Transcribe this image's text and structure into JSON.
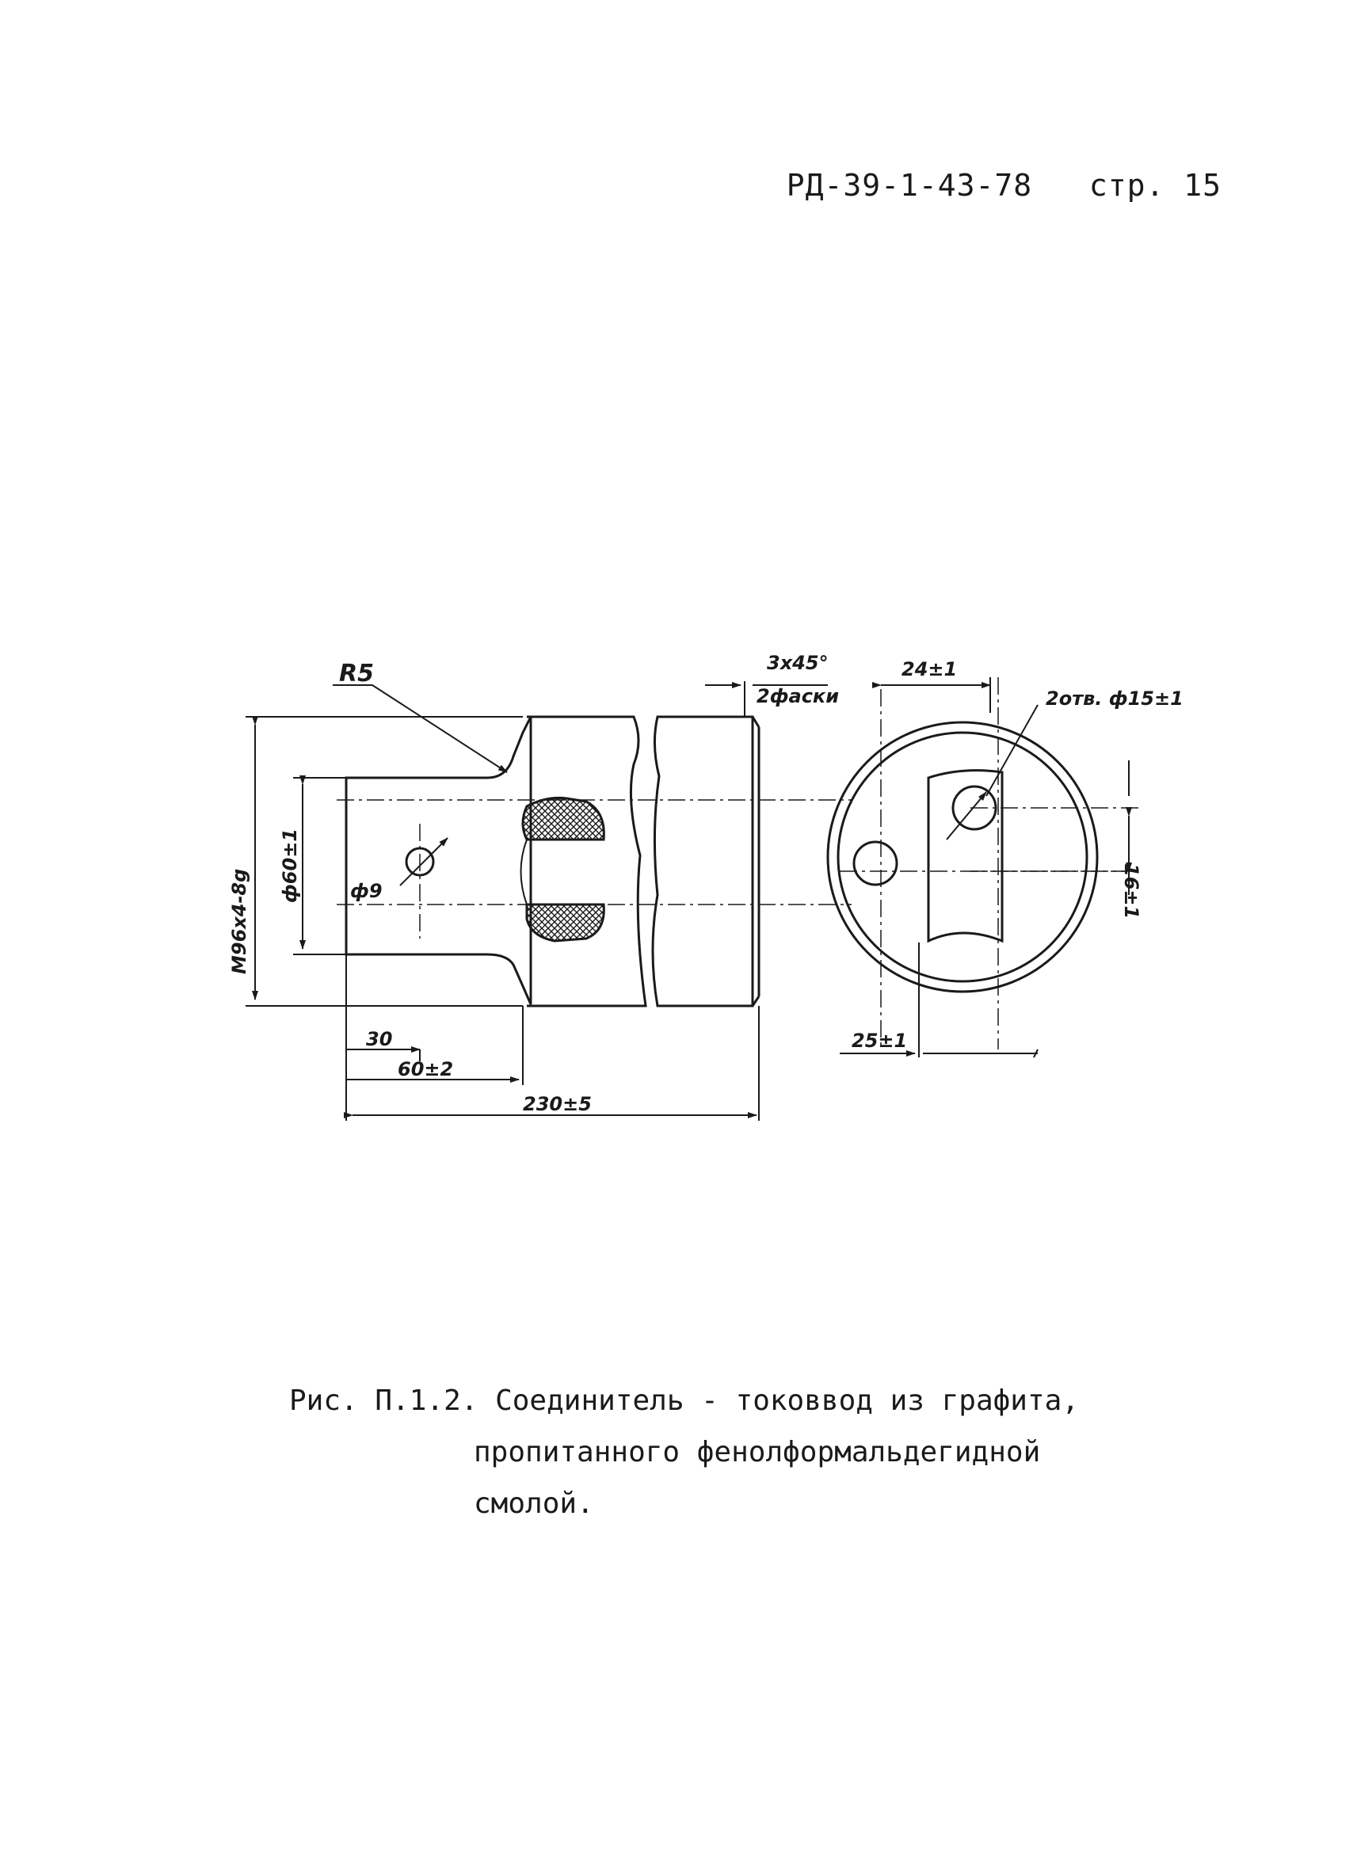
{
  "header": {
    "doc_code": "РД-39-1-43-78",
    "page_label": "стр. 15"
  },
  "drawing": {
    "dims": {
      "radius": "R5",
      "chamfer_size": "3x45°",
      "chamfer_note": "2фаски",
      "hole_offset_top": "24±1",
      "holes_note": "2отв. ф15±1",
      "thread": "М96х4-8g",
      "inner_dia": "ф60±1",
      "small_hole": "ф9",
      "side_dim": "16±1",
      "len_30": "30",
      "len_60": "60±2",
      "len_230": "230±5",
      "hole_offset_bottom": "25±1"
    }
  },
  "caption": {
    "line1": "Рис. П.1.2. Соединитель - токоввод из графита,",
    "line2": "пропитанного фенолформальдегидной",
    "line3": "смолой."
  }
}
